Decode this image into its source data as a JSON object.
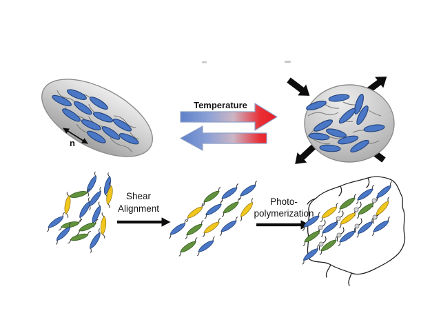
{
  "labels": {
    "temperature": "Temperature",
    "director": "n",
    "shear_line1": "Shear",
    "shear_line2": "Alignment",
    "photo_line1": "Photo-",
    "photo_line2": "polymerization"
  },
  "colors": {
    "mesogen_blue": "#4a77c6",
    "mesogen_blue_dark": "#27477e",
    "mesogen_green": "#63923f",
    "mesogen_green_dark": "#3c6424",
    "mesogen_yellow": "#f2c71d",
    "mesogen_yellow_dark": "#a08220",
    "tail": "#3f3f3f",
    "body_light": "#ececec",
    "body_mid": "#c7c7c7",
    "body_dark": "#a0a0a0",
    "body_stroke": "#8b8b8b",
    "chain": "#6b6b6b",
    "network": "#222222",
    "arrow_black": "#0d0d0d",
    "text": "#141414",
    "grad_blue": "#5d81c9",
    "grad_blue2": "#8aa0d6",
    "grad_mid": "#ccb5c4",
    "grad_red": "#e93037",
    "grad_red2": "#e81c23",
    "grad_stroke": "#8fa0c8",
    "crosslink_fill": "#d6d6d6",
    "crosslink_stroke": "#808080"
  }
}
